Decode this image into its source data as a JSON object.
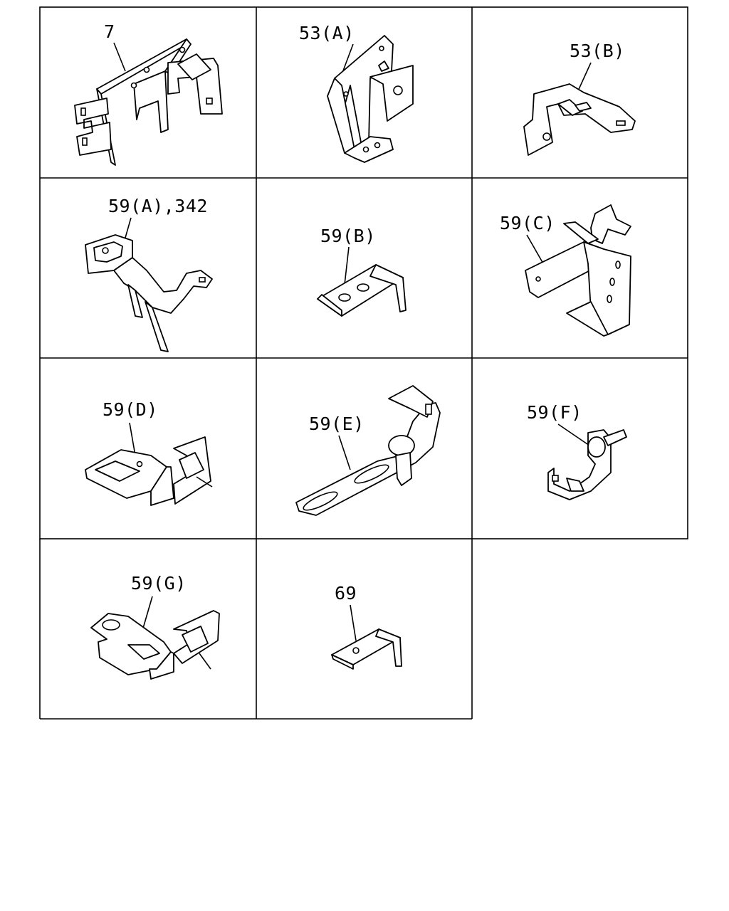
{
  "diagram": {
    "cells": [
      {
        "id": "c1",
        "label": "7"
      },
      {
        "id": "c2",
        "label": "53(A)"
      },
      {
        "id": "c3",
        "label": "53(B)"
      },
      {
        "id": "c4",
        "label": "59(A),342"
      },
      {
        "id": "c5",
        "label": "59(B)"
      },
      {
        "id": "c6",
        "label": "59(C)"
      },
      {
        "id": "c7",
        "label": "59(D)"
      },
      {
        "id": "c8",
        "label": "59(E)"
      },
      {
        "id": "c9",
        "label": "59(F)"
      },
      {
        "id": "c10",
        "label": "59(G)"
      },
      {
        "id": "c11",
        "label": "69"
      }
    ]
  }
}
